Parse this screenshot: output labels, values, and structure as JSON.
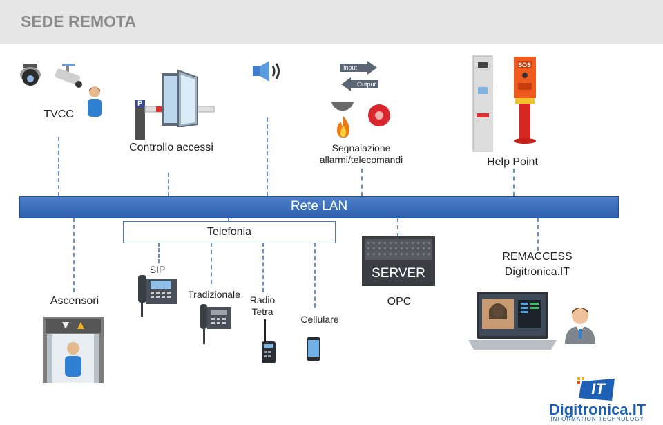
{
  "header": {
    "title": "SEDE REMOTA"
  },
  "network": {
    "lan_label": "Rete LAN",
    "telefonia_label": "Telefonia"
  },
  "top_devices": {
    "tvcc": "TVCC",
    "controllo_accessi": "Controllo accessi",
    "segnalazione_line1": "Segnalazione",
    "segnalazione_line2": "allarmi/telecomandi",
    "help_point": "Help Point",
    "input_label": "Input",
    "output_label": "Output",
    "sos_label": "SOS",
    "parking_label": "P"
  },
  "bottom_devices": {
    "ascensori": "Ascensori",
    "sip": "SIP",
    "tradizionale": "Tradizionale",
    "radio_line1": "Radio",
    "radio_line2": "Tetra",
    "cellulare": "Cellulare",
    "server_label": "SERVER",
    "opc": "OPC",
    "remaccess_line1": "REMACCESS",
    "remaccess_line2": "Digitronica.IT"
  },
  "logo": {
    "mark": "IT",
    "brand": "Digitronica.IT",
    "tagline": "INFORMATION TECHNOLOGY"
  },
  "colors": {
    "lan_bar": "#2d5fae",
    "dash": "#6b8fc6",
    "sos_orange": "#e8501f",
    "header_bg": "#e6e6e6",
    "title_grey": "#8a8a8a",
    "brand_blue": "#1d5fb4"
  }
}
